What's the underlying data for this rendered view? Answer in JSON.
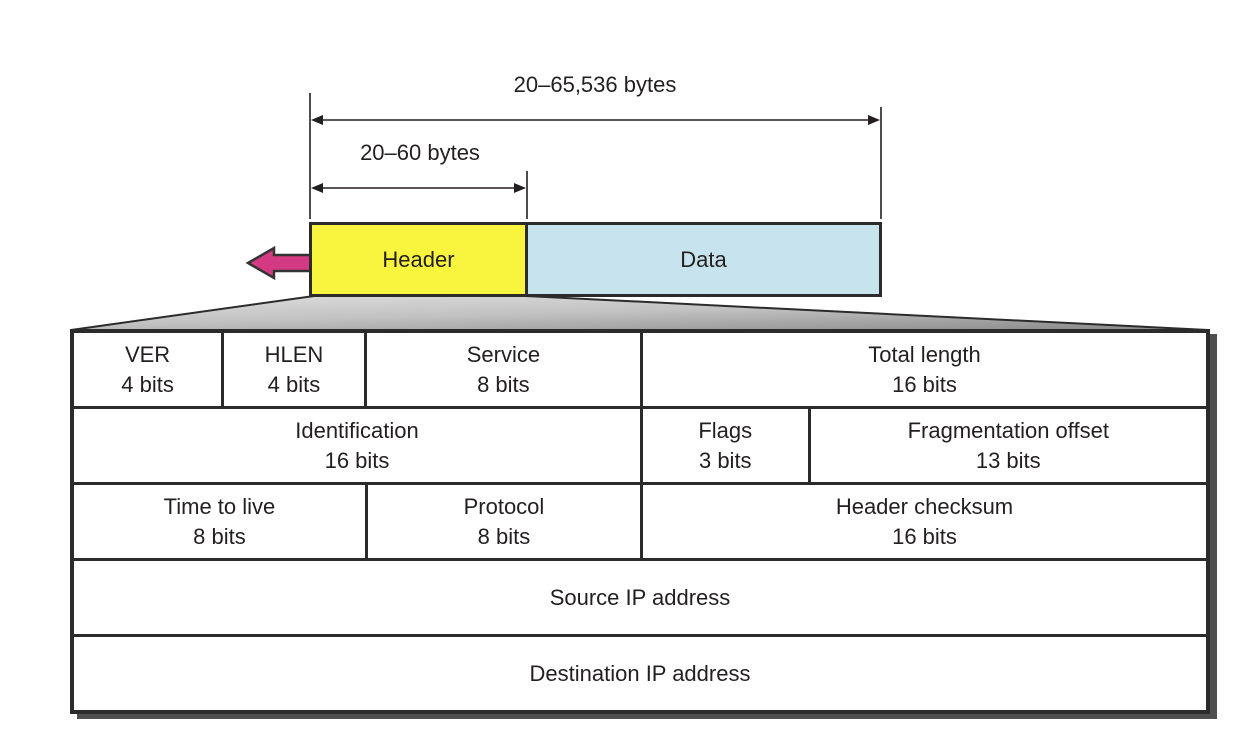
{
  "figure": {
    "packet": {
      "total_size_label": "20–65,536 bytes",
      "header_size_label": "20–60 bytes",
      "header_label": "Header",
      "data_label": "Data"
    },
    "colors": {
      "header_fill": "#f9f53f",
      "data_fill": "#c7e3ee",
      "pink_arrow": "#d43a83",
      "line": "#231f20",
      "funnel_light": "#dedede",
      "funnel_dark": "#8f8f8f",
      "table_border": "#2b2b2b",
      "table_shadow": "#4f4f4f"
    },
    "header_table": {
      "rows": [
        {
          "cells": [
            {
              "label": "VER",
              "bits": "4 bits"
            },
            {
              "label": "HLEN",
              "bits": "4 bits"
            },
            {
              "label": "Service",
              "bits": "8 bits"
            },
            {
              "label": "Total length",
              "bits": "16 bits"
            }
          ]
        },
        {
          "cells": [
            {
              "label": "Identification",
              "bits": "16 bits"
            },
            {
              "label": "Flags",
              "bits": "3 bits"
            },
            {
              "label": "Fragmentation offset",
              "bits": "13 bits"
            }
          ]
        },
        {
          "cells": [
            {
              "label": "Time to live",
              "bits": "8 bits"
            },
            {
              "label": "Protocol",
              "bits": "8 bits"
            },
            {
              "label": "Header checksum",
              "bits": "16 bits"
            }
          ]
        },
        {
          "cells": [
            {
              "label": "Source IP address",
              "bits": ""
            }
          ]
        },
        {
          "cells": [
            {
              "label": "Destination IP address",
              "bits": ""
            }
          ]
        }
      ]
    }
  }
}
